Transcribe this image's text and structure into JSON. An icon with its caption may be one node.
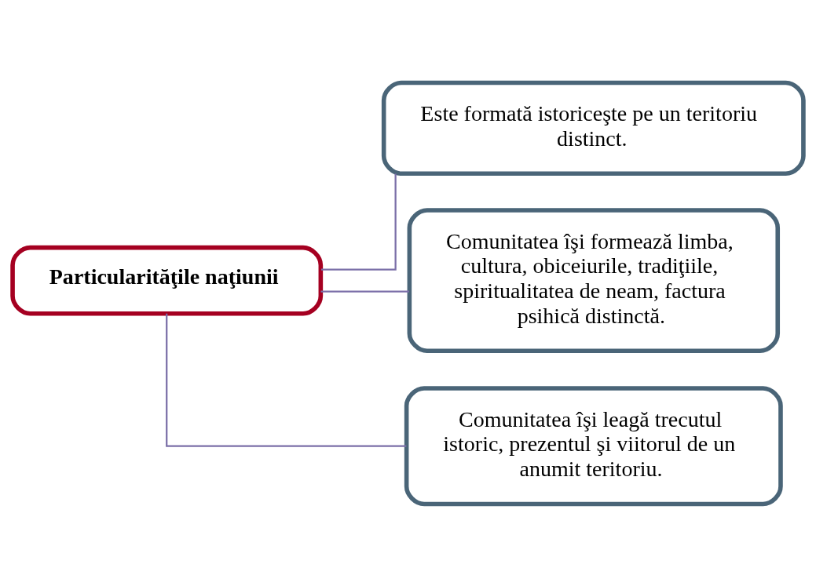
{
  "diagram": {
    "nodes": [
      {
        "text": [
          "Particularităţile naţiunii"
        ]
      },
      {
        "text": [
          "Este formată istoriceşte pe un teritoriu distinct."
        ]
      },
      {
        "text": [
          "Comunitatea îşi formează limba, cultura, obiceiurile, tradiţiile, spiritualitatea de neam, factura psihică distinctă."
        ]
      },
      {
        "text": [
          "Comunitatea îşi leagă trecutul istoric, prezentul şi viitorul de un anumit teritoriu."
        ]
      }
    ],
    "edges": [
      {
        "from": 0,
        "to": 1,
        "arrow": "none"
      },
      {
        "from": 0,
        "to": 2,
        "arrow": "none"
      },
      {
        "from": 0,
        "to": 3,
        "arrow": "none"
      }
    ]
  }
}
